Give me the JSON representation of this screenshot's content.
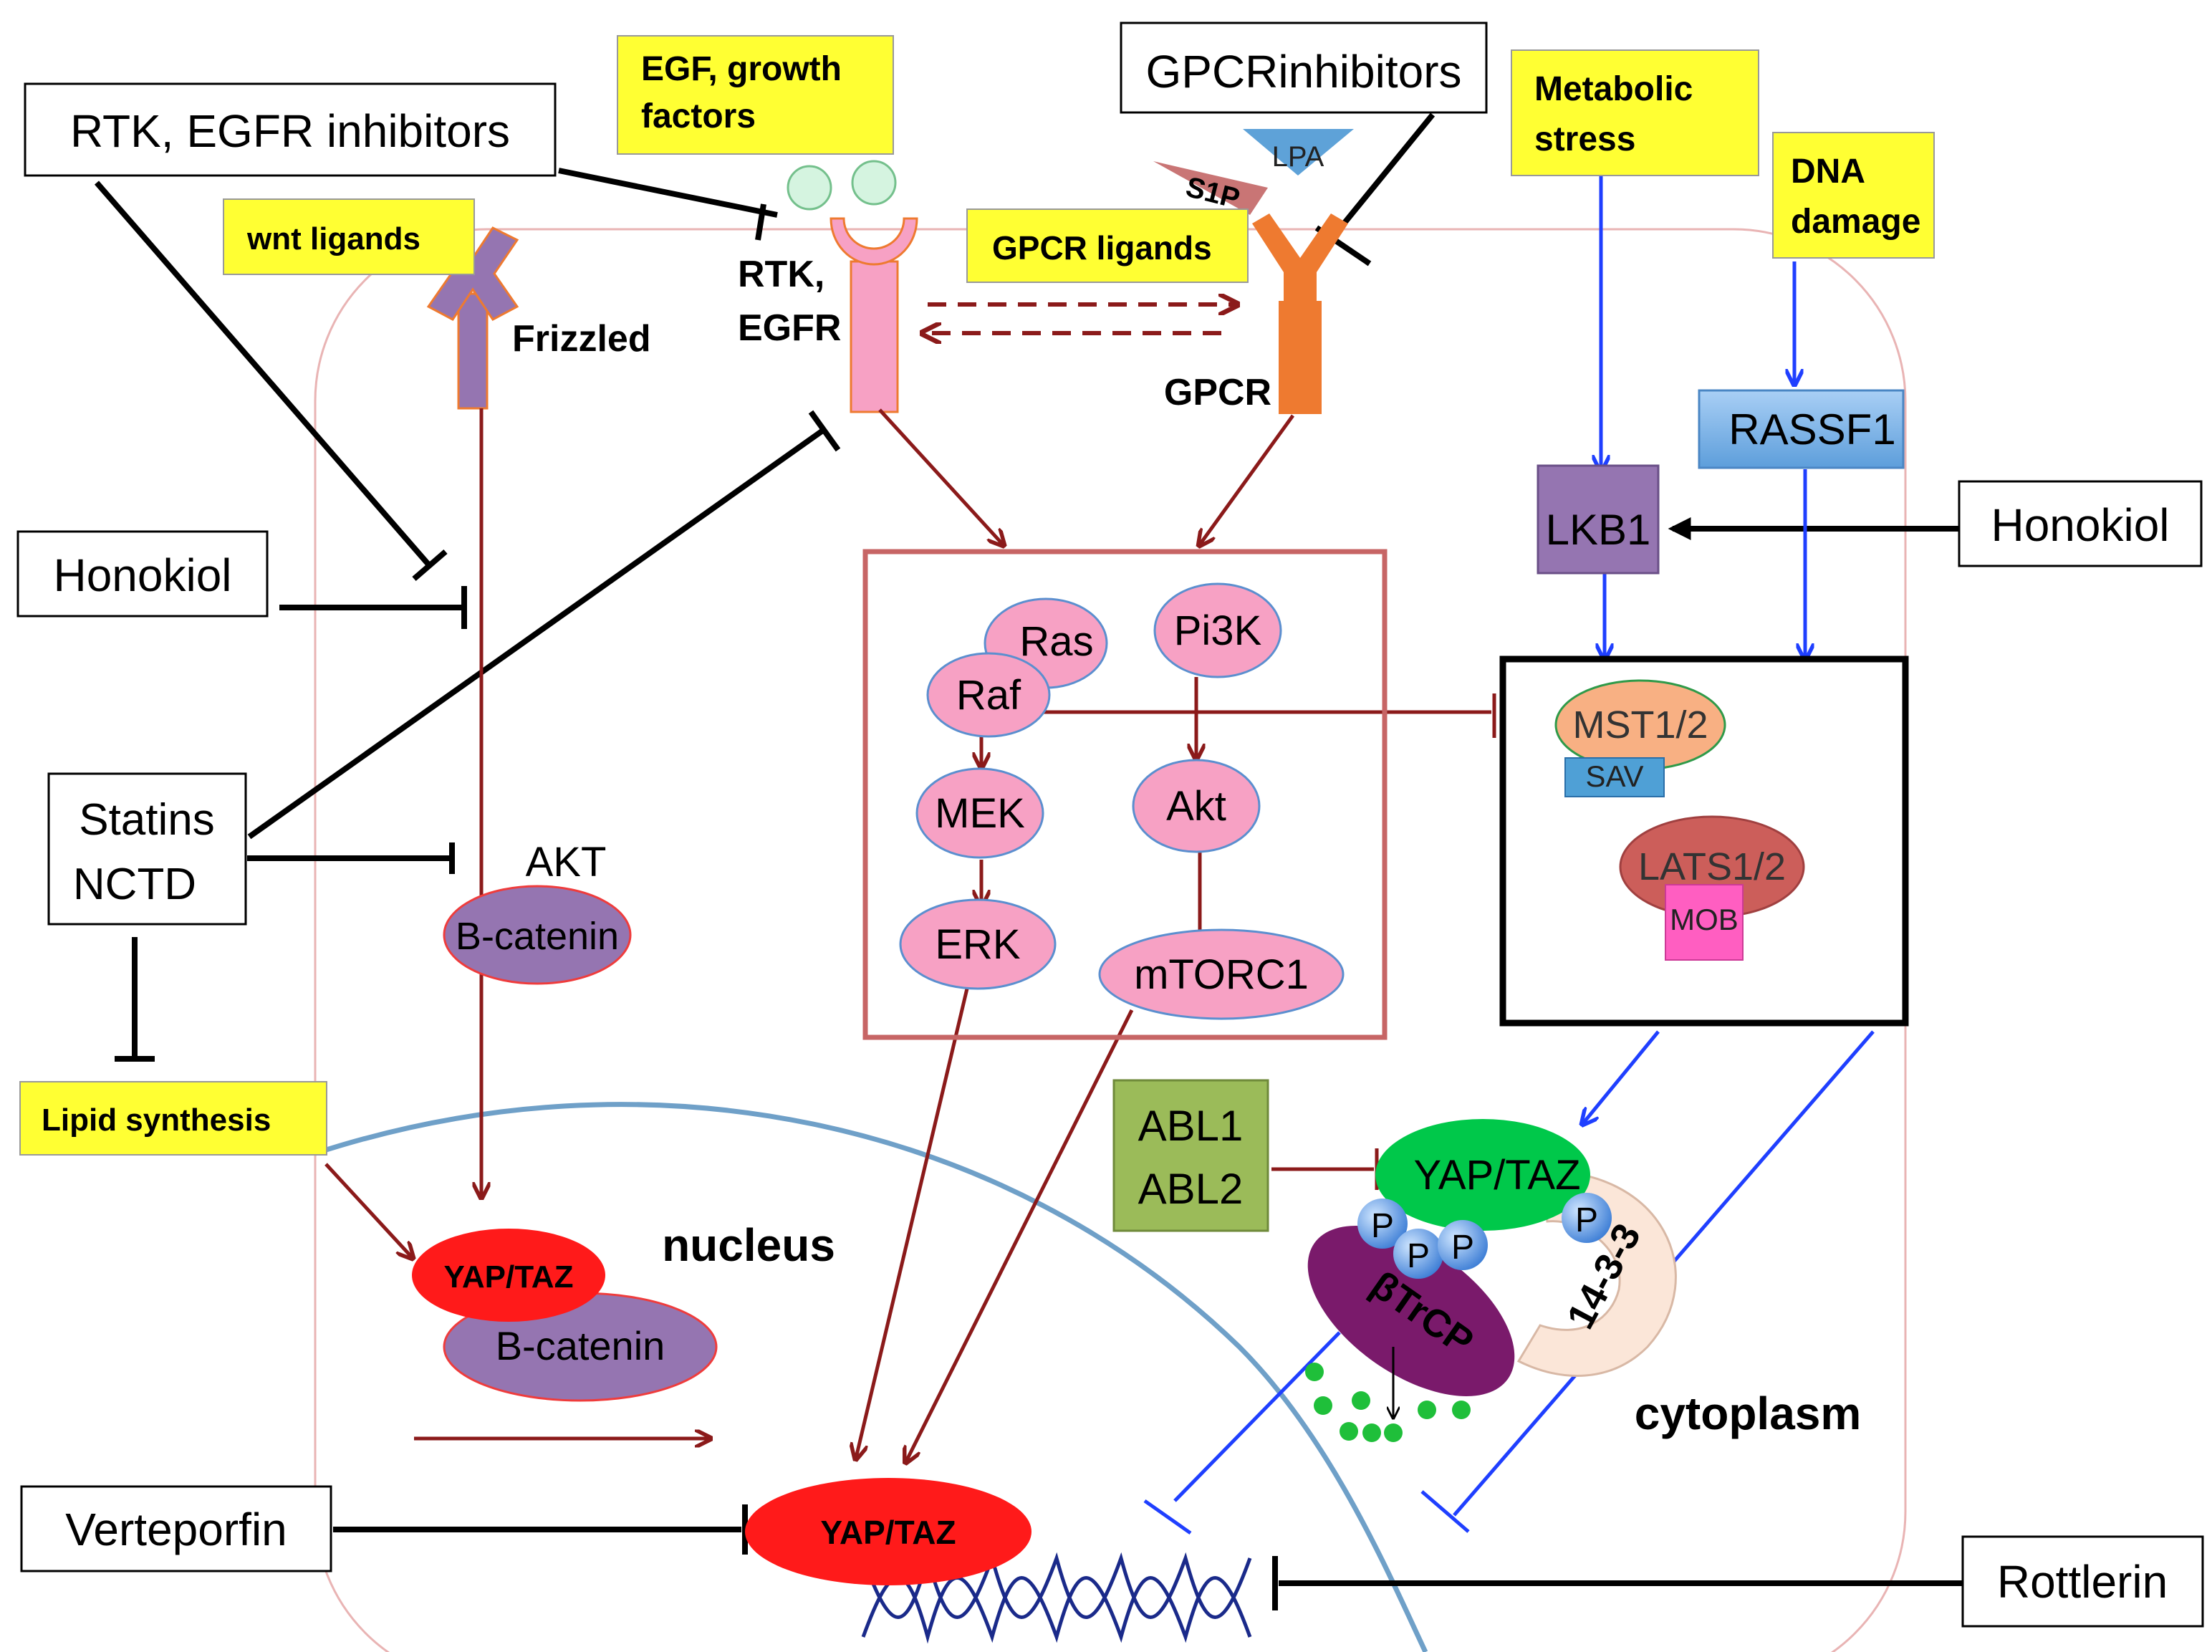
{
  "labels": {
    "rtk_egfr_inhibitors": "RTK, EGFR inhibitors",
    "egf_growth_factors_l1": "EGF, growth",
    "egf_growth_factors_l2": "factors",
    "gpcr_inhibitors": "GPCRinhibitors",
    "metabolic_stress_l1": "Metabolic",
    "metabolic_stress_l2": "stress",
    "dna_damage_l1": "DNA",
    "dna_damage_l2": "damage",
    "wnt_ligands": "wnt ligands",
    "frizzled": "Frizzled",
    "rtk_egfr_l1": "RTK,",
    "rtk_egfr_l2": "EGFR",
    "lpa": "LPA",
    "s1p": "S1P",
    "gpcr_ligands": "GPCR ligands",
    "gpcr": "GPCR",
    "rassf1": "RASSF1",
    "lkb1": "LKB1",
    "honokiol_left": "Honokiol",
    "honokiol_right": "Honokiol",
    "ras": "Ras",
    "raf": "Raf",
    "pi3k": "Pi3K",
    "mek": "MEK",
    "akt_pathway": "Akt",
    "erk": "ERK",
    "mtorc1": "mTORC1",
    "mst12": "MST1/2",
    "sav": "SAV",
    "lats12": "LATS1/2",
    "mob": "MOB",
    "statins": "Statins",
    "nctd": "NCTD",
    "akt_bcat_akt": "AKT",
    "akt_bcat_bcat": "B-catenin",
    "lipid_synthesis": "Lipid synthesis",
    "abl1": "ABL1",
    "abl2": "ABL2",
    "yap_taz_cyto": "YAP/TAZ",
    "phospho_p": "P",
    "btrcp": "βTrCP",
    "protein_14_3_3": "14-3-3",
    "yap_taz_nuc_left": "YAP/TAZ",
    "bcatenin_nuc": "B-catenin",
    "nucleus": "nucleus",
    "cytoplasm": "cytoplasm",
    "verteporfin": "Verteporfin",
    "yap_taz_center": "YAP/TAZ",
    "rottlerin": "Rottlerin"
  },
  "colors": {
    "yellow_label": "#ffff33",
    "activation_arrow": "#8b1a1a",
    "hippo_arrow": "#1f3fff",
    "inhibitor_line": "#000000",
    "node_pink": "#f7a1c4",
    "frizzled_purple": "#9575b1",
    "gpcr_orange": "#ee7a30",
    "yap_taz_red": "#ff1a1a",
    "yap_taz_green": "#00c84a",
    "btrcp_purple": "#7a1a6b",
    "abl_green": "#9bbb59",
    "nucleus_outline": "#6fa0c8",
    "cell_outline": "#e9b4b4"
  }
}
